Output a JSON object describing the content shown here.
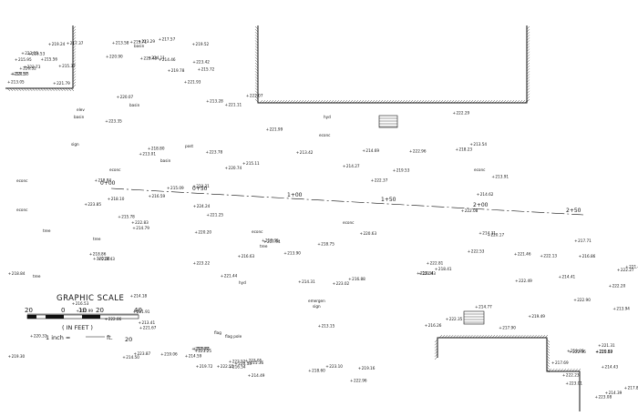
{
  "colors": {
    "ink": "#111111",
    "background": "#ffffff"
  },
  "scale": {
    "title": "GRAPHIC SCALE",
    "ticks": [
      "20",
      "0",
      "10",
      "20",
      "40"
    ],
    "units": "( IN FEET )",
    "ratio": "1 inch =",
    "ratio_unit": "ft.",
    "ratio_value": "20"
  },
  "stations": [
    "0+00",
    "0+50",
    "1+00",
    "1+50",
    "2+00",
    "2+50"
  ],
  "spot_elevations": [
    "213.05",
    "213.58",
    "215.09",
    "214.79",
    "213.41",
    "213.15",
    "213.54",
    "214.31",
    "214.41",
    "214.43",
    "214.49",
    "215.95",
    "215.72",
    "216.59",
    "216.63",
    "216.53",
    "216.88",
    "213.42",
    "213.91",
    "213.94",
    "214.39",
    "214.59",
    "215.56",
    "215.71",
    "213.28",
    "213.01",
    "214.50",
    "213.90",
    "214.69",
    "214.62",
    "214.77",
    "215.63",
    "215.36",
    "215.37",
    "214.46",
    "215.78",
    "215.11",
    "214.18",
    "214.31",
    "214.27",
    "216.86",
    "216.26",
    "217.69",
    "217.92",
    "217.37",
    "217.57",
    "218.10",
    "218.43",
    "219.06",
    "219.16",
    "218.23",
    "219.53",
    "219.34",
    "220.50",
    "220.14",
    "219.24",
    "219.52",
    "218.86",
    "218.84",
    "219.30",
    "218.60",
    "218.36",
    "218.41",
    "219.49",
    "219.89",
    "219.72",
    "219.57",
    "219.78",
    "220.07",
    "220.38",
    "220.31",
    "220.63",
    "220.17",
    "221.45",
    "222.90",
    "223.01",
    "223.05",
    "223.15",
    "223.42",
    "223.85",
    "223.78",
    "221.91",
    "221.44",
    "221.46",
    "222.13",
    "222.20",
    "221.31",
    "222.55",
    "221.79",
    "223.29",
    "223.35",
    "223.21",
    "222.86",
    "223.02",
    "222.29",
    "222.08",
    "222.35",
    "222.36",
    "222.52",
    "221.53",
    "221.93",
    "221.25",
    "222.07",
    "221.67",
    "223.10",
    "221.99",
    "222.96",
    "223.43",
    "223.08",
    "223.25",
    "220.52",
    "220.90",
    "220.74",
    "220.20",
    "222.99",
    "223.22",
    "222.53",
    "222.81",
    "222.49",
    "222.23",
    "223.31",
    "223.73",
    "224.11",
    "221.11",
    "218.80",
    "218.84",
    "217.94",
    "218.75",
    "217.71",
    "217.90",
    "217.81",
    "216.54",
    "216.53",
    "223.43",
    "222.83",
    "224.24",
    "223.87",
    "222.96",
    "222.37",
    "222.27"
  ],
  "feature_codes": [
    "basin",
    "basin",
    "elev",
    "basin",
    "econc",
    "econc",
    "tree",
    "tree",
    "hyd",
    "econc",
    "econc",
    "tree",
    "econc",
    "tree",
    "econc",
    "post",
    "basin",
    "sign",
    "emergen",
    "sign",
    "flag",
    "flag pole",
    "hyd",
    "econc"
  ]
}
